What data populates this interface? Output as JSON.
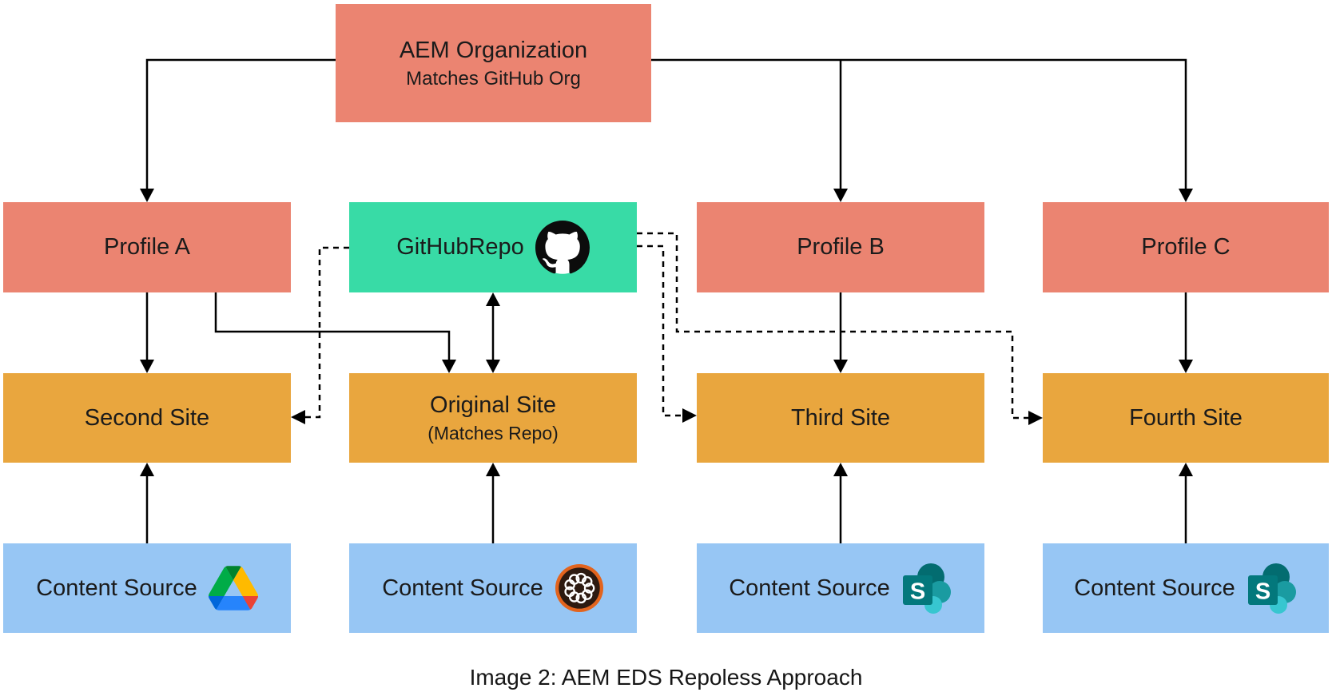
{
  "diagram": {
    "caption": "Image 2: AEM EDS Repoless Approach",
    "nodes": {
      "aem_org": {
        "title": "AEM Organization",
        "subtitle": "Matches GitHub Org"
      },
      "profile_a": {
        "label": "Profile A"
      },
      "github_repo": {
        "label": "GitHubRepo",
        "icon": "github-icon"
      },
      "profile_b": {
        "label": "Profile B"
      },
      "profile_c": {
        "label": "Profile C"
      },
      "second_site": {
        "label": "Second Site"
      },
      "original_site": {
        "title": "Original Site",
        "subtitle": "(Matches Repo)"
      },
      "third_site": {
        "label": "Third Site"
      },
      "fourth_site": {
        "label": "Fourth Site"
      },
      "content_source_1": {
        "label": "Content Source",
        "icon": "google-drive-icon"
      },
      "content_source_2": {
        "label": "Content Source",
        "icon": "aem-icon"
      },
      "content_source_3": {
        "label": "Content Source",
        "icon": "sharepoint-icon"
      },
      "content_source_4": {
        "label": "Content Source",
        "icon": "sharepoint-icon"
      }
    },
    "icons": {
      "sharepoint_letter": "S"
    },
    "colors": {
      "org_and_profiles": "#EB8471",
      "github_repo": "#38DBA6",
      "sites": "#E9A63E",
      "content_sources": "#97C6F4",
      "connectors": "#000000",
      "aem_icon_ring": "#E2641E",
      "sharepoint_teal": "#036C70"
    },
    "edges": [
      {
        "from": "aem_org",
        "to": "profile_a",
        "style": "solid-arrow"
      },
      {
        "from": "aem_org",
        "to": "profile_b",
        "style": "solid-arrow"
      },
      {
        "from": "aem_org",
        "to": "profile_c",
        "style": "solid-arrow"
      },
      {
        "from": "profile_a",
        "to": "second_site",
        "style": "solid-arrow"
      },
      {
        "from": "profile_a",
        "to": "original_site",
        "style": "solid-arrow"
      },
      {
        "from": "github_repo",
        "to": "original_site",
        "style": "solid-double-arrow"
      },
      {
        "from": "profile_b",
        "to": "third_site",
        "style": "solid-arrow"
      },
      {
        "from": "profile_c",
        "to": "fourth_site",
        "style": "solid-arrow"
      },
      {
        "from": "content_source_1",
        "to": "second_site",
        "style": "solid-arrow"
      },
      {
        "from": "content_source_2",
        "to": "original_site",
        "style": "solid-arrow"
      },
      {
        "from": "content_source_3",
        "to": "third_site",
        "style": "solid-arrow"
      },
      {
        "from": "content_source_4",
        "to": "fourth_site",
        "style": "solid-arrow"
      },
      {
        "from": "github_repo",
        "to": "second_site",
        "style": "dashed-arrow"
      },
      {
        "from": "github_repo",
        "to": "third_site",
        "style": "dashed-arrow"
      },
      {
        "from": "github_repo",
        "to": "fourth_site",
        "style": "dashed-arrow"
      }
    ]
  }
}
